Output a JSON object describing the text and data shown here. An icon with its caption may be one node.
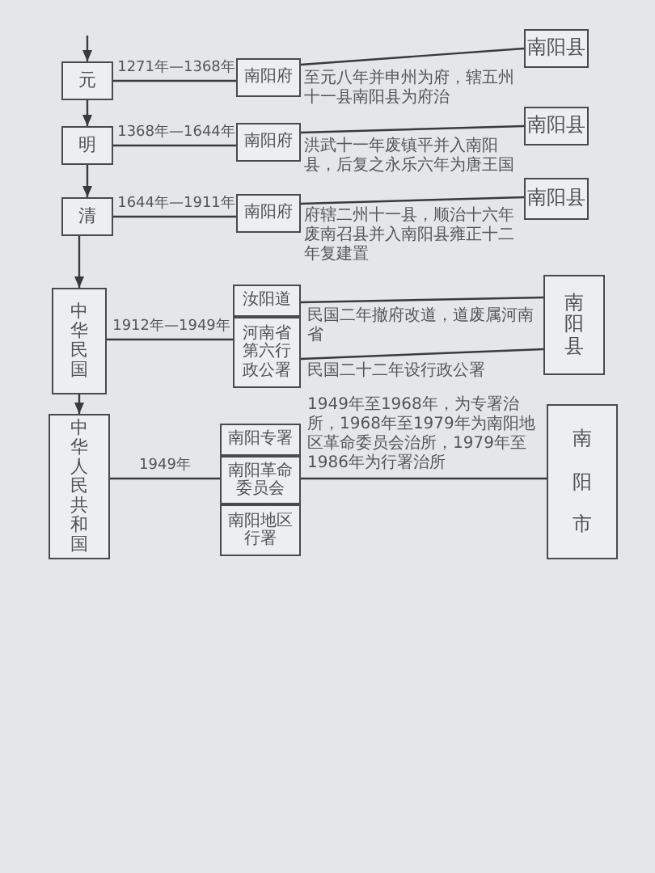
{
  "diagram": {
    "nodes": [
      {
        "text": [
          "元"
        ]
      },
      {
        "text": [
          "明"
        ]
      },
      {
        "text": [
          "清"
        ]
      },
      {
        "text": [
          "中华民国"
        ]
      },
      {
        "text": [
          "中华人民共和国"
        ]
      },
      {
        "text": [
          "南阳府"
        ]
      },
      {
        "text": [
          "南阳府"
        ]
      },
      {
        "text": [
          "南阳府"
        ]
      },
      {
        "text": [
          "汝阳道"
        ]
      },
      {
        "text": [
          "河南省第六行政公署"
        ]
      },
      {
        "text": [
          "南阳专署"
        ]
      },
      {
        "text": [
          "南阳革命委员会"
        ]
      },
      {
        "text": [
          "南阳地区行署"
        ]
      },
      {
        "text": [
          "南阳县"
        ]
      },
      {
        "text": [
          "南阳县"
        ]
      },
      {
        "text": [
          "南阳县"
        ]
      },
      {
        "text": [
          "南阳县"
        ]
      },
      {
        "text": [
          "南阳市"
        ]
      }
    ],
    "edges": [
      {
        "from": null,
        "to": 0,
        "arrow": "to"
      },
      {
        "from": 0,
        "to": 1,
        "arrow": "to"
      },
      {
        "from": 1,
        "to": 2,
        "arrow": "to"
      },
      {
        "from": 2,
        "to": 3,
        "arrow": "to"
      },
      {
        "from": 3,
        "to": 4,
        "arrow": "to"
      },
      {
        "from": 0,
        "to": 5,
        "arrow": "none",
        "label": "1271年—1368年"
      },
      {
        "from": 5,
        "to": 13,
        "arrow": "none",
        "label": "至元八年并申州为府，辖五州十一县南阳县为府治"
      },
      {
        "from": 1,
        "to": 6,
        "arrow": "none",
        "label": "1368年—1644年"
      },
      {
        "from": 6,
        "to": 14,
        "arrow": "none",
        "label": "洪武十一年废镇平并入南阳县，后复之永乐六年为唐王国"
      },
      {
        "from": 2,
        "to": 7,
        "arrow": "none",
        "label": "1644年—1911年"
      },
      {
        "from": 7,
        "to": 15,
        "arrow": "none",
        "label": "府辖二州十一县，顺治十六年废南召县并入南阳县雍正十二年复建置"
      },
      {
        "from": 3,
        "to": 9,
        "arrow": "none",
        "label": "1912年—1949年"
      },
      {
        "from": 8,
        "to": 16,
        "arrow": "none",
        "label": "民国二年撤府改道，道废属河南省"
      },
      {
        "from": 9,
        "to": 16,
        "arrow": "none",
        "label": "民国二十二年设行政公署"
      },
      {
        "from": 4,
        "to": 11,
        "arrow": "none",
        "label": "1949年"
      },
      {
        "from": 11,
        "to": 17,
        "arrow": "none",
        "label": "1949年至1968年，为专署治所，1968年至1979年为南阳地区革命委员会治所，1979年至1986年为行署治所"
      }
    ]
  }
}
